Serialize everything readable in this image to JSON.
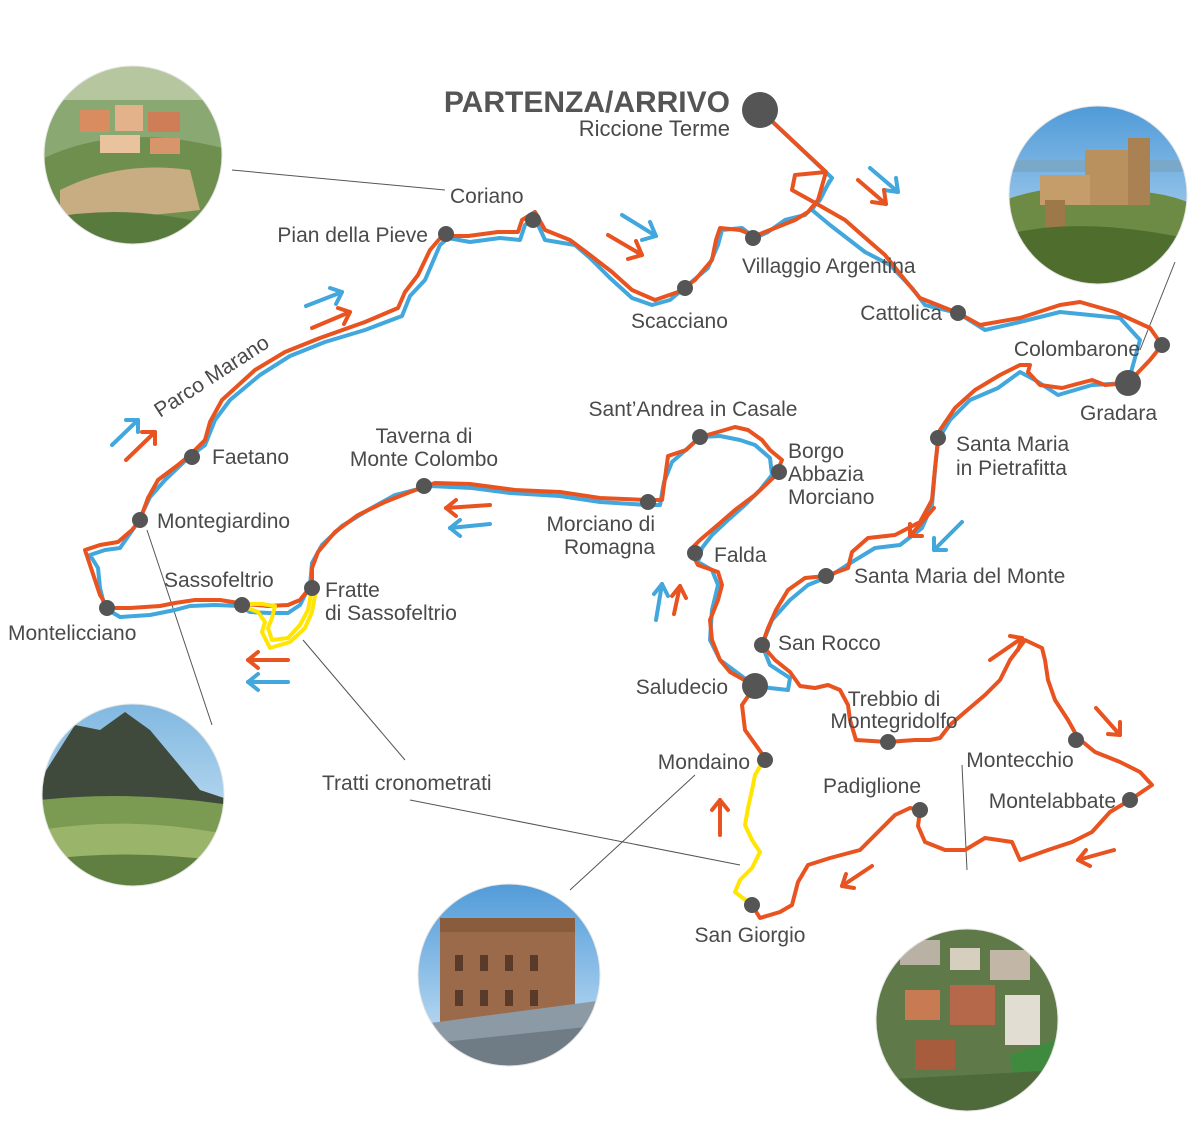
{
  "header": {
    "title": "PARTENZA/ARRIVO",
    "subtitle": "Riccione Terme"
  },
  "colors": {
    "route_orange": "#e8531f",
    "route_blue": "#41a7dc",
    "timed_section": "#ffe500",
    "town_dot": "#555555",
    "label_text": "#4a4a4a"
  },
  "legend": {
    "timed_sections": "Tratti cronometrati"
  },
  "route_label": "Parco Marano",
  "towns": [
    {
      "id": "coriano",
      "name": "Coriano"
    },
    {
      "id": "pian-della-pieve",
      "name": "Pian della Pieve"
    },
    {
      "id": "scacciano",
      "name": "Scacciano"
    },
    {
      "id": "villaggio-argentina",
      "name": "Villaggio Argentina"
    },
    {
      "id": "cattolica",
      "name": "Cattolica"
    },
    {
      "id": "colombarone",
      "name": "Colombarone"
    },
    {
      "id": "gradara",
      "name": "Gradara"
    },
    {
      "id": "faetano",
      "name": "Faetano"
    },
    {
      "id": "montegiardino",
      "name": "Montegiardino"
    },
    {
      "id": "montelicciano",
      "name": "Montelicciano"
    },
    {
      "id": "sassofeltrio",
      "name": "Sassofeltrio"
    },
    {
      "id": "fratte",
      "name": "Fratte"
    },
    {
      "id": "fratte-2",
      "name": "di Sassofeltrio"
    },
    {
      "id": "taverna",
      "name": "Taverna di"
    },
    {
      "id": "taverna-2",
      "name": "Monte Colombo"
    },
    {
      "id": "santandrea",
      "name": "Sant’Andrea in Casale"
    },
    {
      "id": "borgo",
      "name": "Borgo"
    },
    {
      "id": "borgo-2",
      "name": "Abbazia"
    },
    {
      "id": "borgo-3",
      "name": "Morciano"
    },
    {
      "id": "morciano",
      "name": "Morciano di"
    },
    {
      "id": "morciano-2",
      "name": "Romagna"
    },
    {
      "id": "falda",
      "name": "Falda"
    },
    {
      "id": "santa-maria-pietrafitta",
      "name": "Santa Maria"
    },
    {
      "id": "santa-maria-pietrafitta-2",
      "name": "in Pietrafitta"
    },
    {
      "id": "santa-maria-monte",
      "name": "Santa Maria del Monte"
    },
    {
      "id": "san-rocco",
      "name": "San Rocco"
    },
    {
      "id": "saludecio",
      "name": "Saludecio"
    },
    {
      "id": "trebbio",
      "name": "Trebbio di"
    },
    {
      "id": "trebbio-2",
      "name": "Montegridolfo"
    },
    {
      "id": "mondaino",
      "name": "Mondaino"
    },
    {
      "id": "padiglione",
      "name": "Padiglione"
    },
    {
      "id": "montecchio",
      "name": "Montecchio"
    },
    {
      "id": "montelabbate",
      "name": "Montelabbate"
    },
    {
      "id": "san-giorgio",
      "name": "San Giorgio"
    }
  ],
  "photos": [
    {
      "id": "photo-montegiardino-castle",
      "icon": "castle-village-photo"
    },
    {
      "id": "photo-gradara-castle",
      "icon": "castle-photo"
    },
    {
      "id": "photo-san-marino-mountain",
      "icon": "mountain-photo"
    },
    {
      "id": "photo-mondaino-fortress",
      "icon": "fortress-photo"
    },
    {
      "id": "photo-montecchio-aerial",
      "icon": "aerial-town-photo"
    }
  ]
}
